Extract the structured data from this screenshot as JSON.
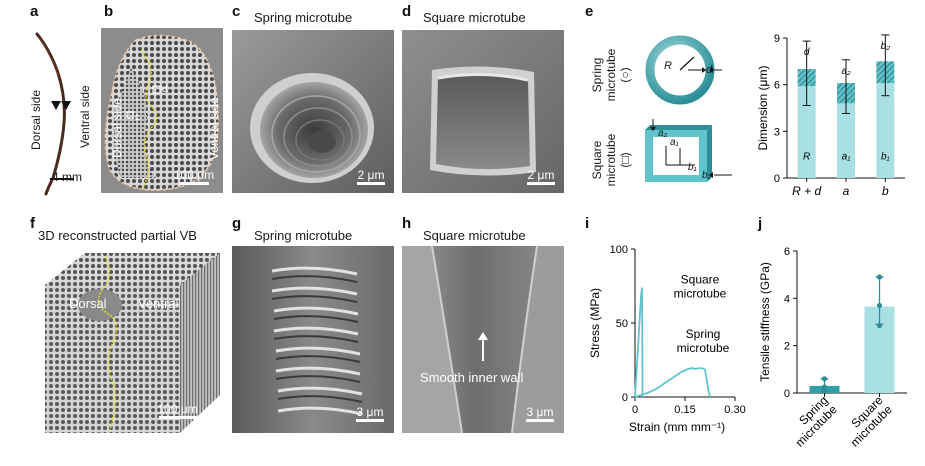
{
  "colors": {
    "teal": "#5fc4cc",
    "teal_light": "#a9e0e3",
    "teal_dark": "#2c8f98",
    "yellow": "#e3e11c"
  },
  "a": {
    "label": "a",
    "dorsal": "Dorsal side",
    "ventral": "Ventral side",
    "scale": "4 mm"
  },
  "b": {
    "label": "b",
    "dorsal": "Dorsal side",
    "ventral": "Ventral side",
    "scale": "100 μm",
    "box_c": "c",
    "box_d": "d"
  },
  "c": {
    "label": "c",
    "title": "Spring microtube",
    "scale": "2 μm"
  },
  "d": {
    "label": "d",
    "title": "Square microtube",
    "scale": "2 μm"
  },
  "e": {
    "label": "e",
    "spring_label": "Spring microtube (○)",
    "square_label": "Square microtube (□)",
    "R": "R",
    "d": "d",
    "a1": "a₁",
    "a2": "a₂",
    "b1": "b₁",
    "b2": "b₂"
  },
  "f": {
    "label": "f",
    "title": "3D reconstructed partial VB",
    "dorsal": "Dorsal",
    "ventral": "Ventral",
    "scale": "100 μm"
  },
  "g": {
    "label": "g",
    "title": "Spring microtube",
    "scale": "3 μm"
  },
  "h": {
    "label": "h",
    "title": "Square microtube",
    "annotation": "Smooth inner wall",
    "scale": "3 μm"
  },
  "i": {
    "label": "i"
  },
  "j": {
    "label": "j"
  },
  "chart_data": [
    {
      "type": "bar",
      "panel": "e",
      "ylabel": "Dimension (μm)",
      "categories": [
        "R + d",
        "a",
        "b"
      ],
      "ylim": [
        0,
        9
      ],
      "yticks": [
        0,
        3,
        6,
        9
      ],
      "series": [
        {
          "name": "",
          "values": [
            7.0,
            6.1,
            7.5
          ],
          "errors": [
            1.8,
            1.5,
            1.7
          ]
        },
        {
          "name": "",
          "values": [
            5.9,
            4.8,
            6.1
          ]
        }
      ],
      "bar_labels_top": [
        "d",
        "a₂",
        "b₂"
      ],
      "bar_labels_bottom": [
        "R",
        "a₁",
        "b₁"
      ]
    },
    {
      "type": "line",
      "panel": "i",
      "xlabel": "Strain (mm mm⁻¹)",
      "ylabel": "Stress (MPa)",
      "xlim": [
        0,
        0.3
      ],
      "ylim": [
        0,
        100
      ],
      "xticks": [
        0,
        0.15,
        0.3
      ],
      "xtick_labels": [
        "0",
        "0.15",
        "0.30"
      ],
      "yticks": [
        0,
        50,
        100
      ],
      "series": [
        {
          "name": "Square microtube",
          "x": [
            0,
            0.004,
            0.008,
            0.012,
            0.016,
            0.019,
            0.021,
            0.022,
            0.0225
          ],
          "y": [
            0,
            15,
            30,
            45,
            60,
            70,
            74,
            40,
            0
          ]
        },
        {
          "name": "Spring microtube",
          "x": [
            0,
            0.02,
            0.04,
            0.06,
            0.08,
            0.1,
            0.12,
            0.14,
            0.16,
            0.17,
            0.18,
            0.19,
            0.2,
            0.21,
            0.215,
            0.22,
            0.225
          ],
          "y": [
            0,
            1.5,
            3,
            5,
            8,
            11,
            14,
            17,
            19,
            19.5,
            19,
            19.3,
            19.6,
            18.5,
            12,
            5,
            0
          ]
        }
      ]
    },
    {
      "type": "bar",
      "panel": "j",
      "ylabel": "Tensile stiffness (GPa)",
      "categories": [
        "Spring microtube",
        "Square microtube"
      ],
      "ylim": [
        0,
        6
      ],
      "yticks": [
        0,
        2,
        4,
        6
      ],
      "values": [
        0.3,
        3.65
      ],
      "errors_low": [
        0.25,
        0.75
      ],
      "errors_high": [
        0.3,
        1.25
      ],
      "points": [
        [
          0.12,
          0.25,
          0.6
        ],
        [
          2.85,
          3.7,
          4.9
        ]
      ]
    }
  ]
}
